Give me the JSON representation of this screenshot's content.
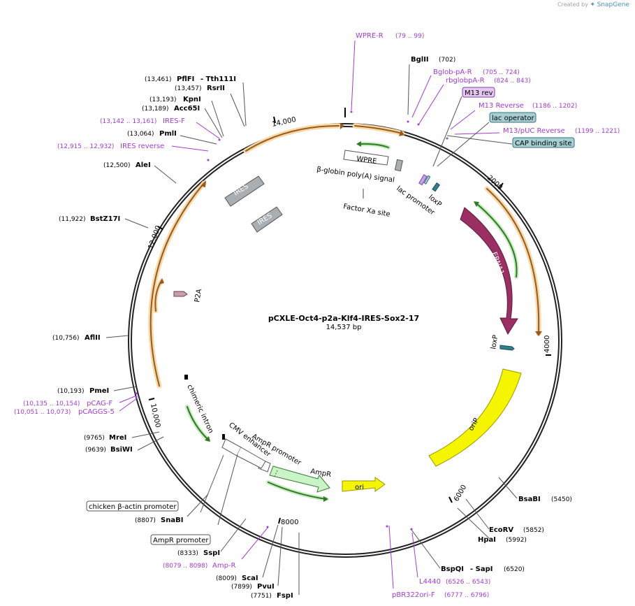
{
  "watermark": {
    "created_by": "Created by",
    "brand": "SnapGene"
  },
  "plasmid": {
    "name": "pCXLE-Oct4-p2a-Klf4-IRES-Sox2-17",
    "length": "14,537 bp"
  },
  "colors": {
    "primer": "#a23bd6",
    "orange": "#e9a33a",
    "green": "#2f9a22",
    "yellow": "#f5f500",
    "ebna": "#9b2e62",
    "grey": "#a9aeb2",
    "lac": "#a6cfd4",
    "m13": "#e6c8f2",
    "ampr": "#c9f5c6"
  },
  "ticks": [
    "14,000",
    "2000",
    "4000",
    "6000",
    "8000",
    "10,000",
    "12,000"
  ],
  "enzymes": [
    {
      "name": "BglII",
      "pos": "(702)"
    },
    {
      "name": "PflFI",
      "pos": "(13,461)"
    },
    {
      "name": "- Tth111I",
      "pos": ""
    },
    {
      "name": "RsrII",
      "pos": "(13,457)"
    },
    {
      "name": "KpnI",
      "pos": "(13,193)"
    },
    {
      "name": "Acc65I",
      "pos": "(13,189)"
    },
    {
      "name": "PmlI",
      "pos": "(13,064)"
    },
    {
      "name": "AleI",
      "pos": "(12,500)"
    },
    {
      "name": "BstZ17I",
      "pos": "(11,922)"
    },
    {
      "name": "AflII",
      "pos": "(10,756)"
    },
    {
      "name": "PmeI",
      "pos": "(10,193)"
    },
    {
      "name": "MreI",
      "pos": "(9765)"
    },
    {
      "name": "BsiWI",
      "pos": "(9639)"
    },
    {
      "name": "SnaBI",
      "pos": "(8807)"
    },
    {
      "name": "SspI",
      "pos": "(8333)"
    },
    {
      "name": "ScaI",
      "pos": "(8009)"
    },
    {
      "name": "PvuI",
      "pos": "(7899)"
    },
    {
      "name": "FspI",
      "pos": "(7751)"
    },
    {
      "name": "BsaBI",
      "pos": "(5450)"
    },
    {
      "name": "EcoRV",
      "pos": "(5852)"
    },
    {
      "name": "HpaI",
      "pos": "(5992)"
    },
    {
      "name": "BspQI",
      "pos": ""
    },
    {
      "name": "- SapI",
      "pos": "(6520)"
    }
  ],
  "primers": [
    {
      "name": "WPRE-R",
      "range": "(79 .. 99)"
    },
    {
      "name": "Bglob-pA-R",
      "range": "(705 .. 724)"
    },
    {
      "name": "rbglobpA-R",
      "range": "(824 .. 843)"
    },
    {
      "name": "M13 Reverse",
      "range": "(1186 .. 1202)"
    },
    {
      "name": "M13/pUC Reverse",
      "range": "(1199 .. 1221)"
    },
    {
      "name": "IRES-F",
      "range": "(13,142 .. 13,161)"
    },
    {
      "name": "IRES reverse",
      "range": "(12,915 .. 12,932)"
    },
    {
      "name": "pCAG-F",
      "range": "(10,135 .. 10,154)"
    },
    {
      "name": "pCAGGS-5",
      "range": "(10,051 .. 10,073)"
    },
    {
      "name": "Amp-R",
      "range": "(8079 .. 8098)"
    },
    {
      "name": "L4440",
      "range": "(6526 .. 6543)"
    },
    {
      "name": "pBR322ori-F",
      "range": "(6777 .. 6796)"
    }
  ],
  "boxed_labels": [
    "M13 rev",
    "lac operator",
    "CAP binding site",
    "chicken β-actin promoter",
    "AmpR promoter"
  ],
  "features": [
    "WPRE",
    "β-globin poly(A) signal",
    "lac promoter",
    "loxP",
    "Factor Xa site",
    "EBNA1",
    "loxP",
    "oriP",
    "ori",
    "AmpR",
    "AmpR promoter",
    "CMV enhancer",
    "chimeric intron",
    "P2A",
    "IRES",
    "IRES"
  ]
}
